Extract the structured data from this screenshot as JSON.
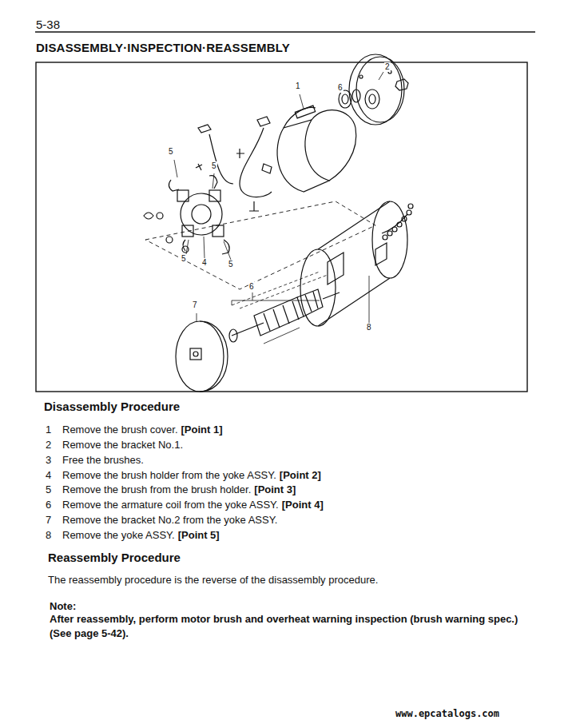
{
  "diagram": {
    "title": "DISASSEMBLY·INSPECTION·REASSEMBLY",
    "labels": [
      "5-38",
      "1",
      "2",
      "6",
      "5",
      "5",
      "5",
      "4",
      "5",
      "6",
      "7",
      "8",
      "Disassembly Procedure",
      "1",
      "Remove the brush cover.",
      "[Point 1]",
      "2",
      "Remove the bracket No.1.",
      "3",
      "Free the brushes.",
      "4",
      "Remove the brush holder from the yoke ASSY.",
      "[Point 2]",
      "5",
      "Remove the brush from the brush holder.",
      "[Point 3]",
      "6",
      "Remove the armature coil from the yoke ASSY.",
      "[Point 4]",
      "7",
      "Remove the bracket No.2 from the yoke ASSY.",
      "8",
      "Remove the yoke ASSY.",
      "[Point 5]",
      "Reassembly Procedure",
      "The reassembly procedure is the reverse of the disassembly procedure.",
      "Note:",
      "After reassembly, perform motor brush and overheat warning inspection (brush warning spec.) (See page 5-42).",
      "www.epcatalogs.com"
    ]
  }
}
